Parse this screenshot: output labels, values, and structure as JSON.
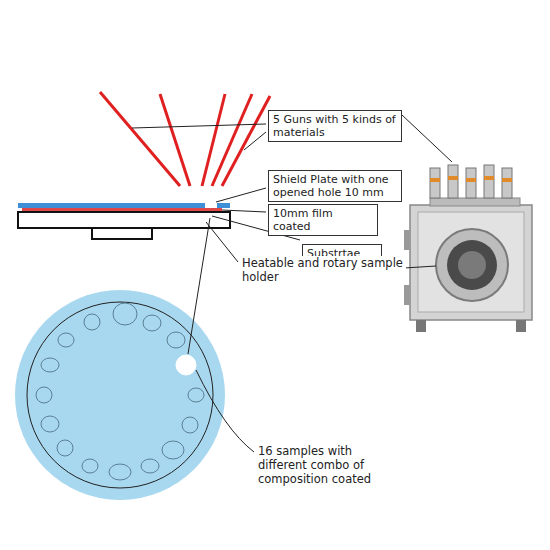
{
  "diagram": {
    "nodes": [
      {
        "text": [
          "5 Guns with 5 kinds of materials"
        ]
      },
      {
        "text": [
          "Shield Plate with one opened hole 10 mm"
        ]
      },
      {
        "text": [
          "10mm film coated"
        ]
      },
      {
        "text": [
          "Substrtae"
        ]
      }
    ],
    "labels": [
      "Heatable and rotary sample holder",
      "16 samples with different combo of composition coated"
    ]
  }
}
